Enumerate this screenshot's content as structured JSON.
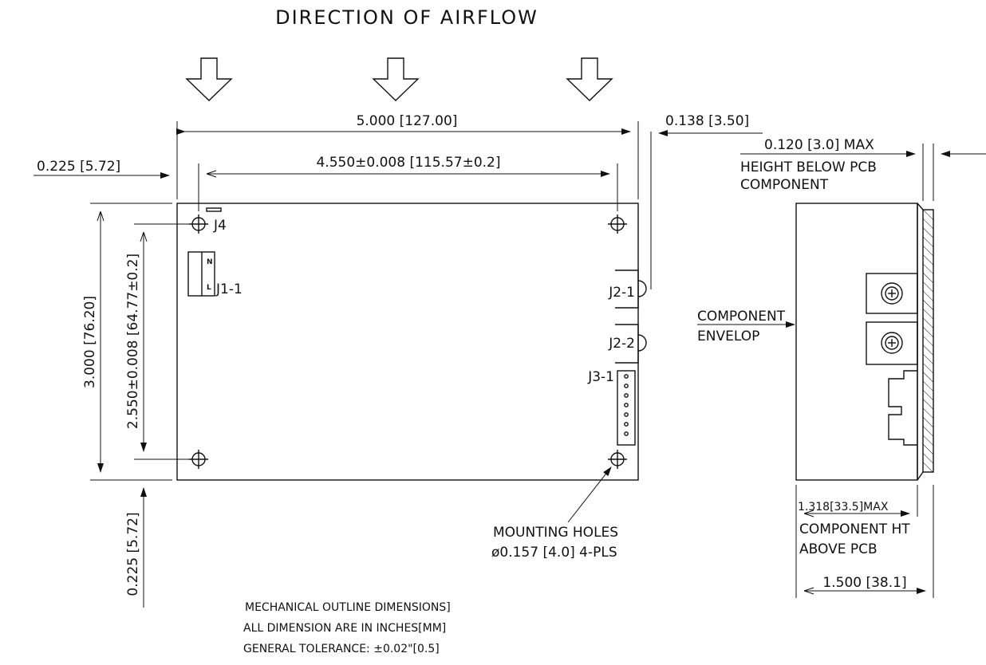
{
  "title": "DIRECTION OF AIRFLOW",
  "top_view": {
    "width_overall": "5.000 [127.00]",
    "hole_spacing_x": "4.550±0.008 [115.57±0.2]",
    "left_offset": "0.225 [5.72]",
    "right_offset": "0.138 [3.50]",
    "height_overall": "3.000 [76.20]",
    "hole_spacing_y": "2.550±0.008 [64.77±0.2]",
    "bottom_offset": "0.225 [5.72]",
    "connectors": {
      "j4": "J4",
      "j1": "J1-1",
      "j1_n": "N",
      "j1_l": "L",
      "j2_1": "J2-1",
      "j2_2": "J2-2",
      "j3_1": "J3-1"
    },
    "mounting_holes_line1": "MOUNTING HOLES",
    "mounting_holes_line2": "ø0.157 [4.0] 4-PLS"
  },
  "side_view": {
    "below_max": "0.120 [3.0] MAX",
    "below_label_1": "HEIGHT BELOW PCB",
    "below_label_2": "COMPONENT",
    "envelope_1": "COMPONENT",
    "envelope_2": "ENVELOP",
    "above_max": "1.318[33.5]MAX",
    "above_label_1": "COMPONENT HT",
    "above_label_2": "ABOVE PCB",
    "width": "1.500 [38.1]"
  },
  "notes": [
    "MECHANICAL OUTLINE DIMENSIONS]",
    "ALL DIMENSION ARE IN INCHES[MM]",
    "GENERAL TOLERANCE: ±0.02\"[0.5]"
  ]
}
